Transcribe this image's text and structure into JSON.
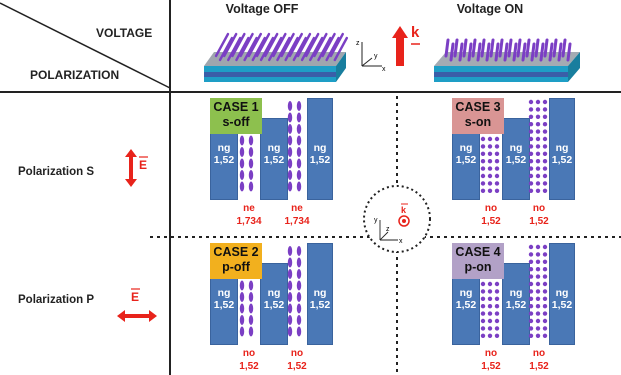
{
  "header": {
    "voltage_label": "VOLTAGE",
    "polarization_label": "POLARIZATION",
    "voltage_off_title": "Voltage OFF",
    "voltage_on_title": "Voltage ON",
    "k_label": "k"
  },
  "rows": {
    "s_label": "Polarization S",
    "p_label": "Polarization P",
    "e_label": "E"
  },
  "axes": {
    "x": "x",
    "y": "y",
    "z": "z"
  },
  "cases": [
    {
      "line1": "CASE 1",
      "line2": "s-off",
      "bg": "#8dc04e",
      "lc_type": "ellipse",
      "bar1": "ng",
      "bar1b": "1,52",
      "bar2": "ng",
      "bar2b": "1,52",
      "bar3": "ng",
      "bar3b": "1,52",
      "idx1a": "ne",
      "idx1b": "1,734",
      "idx2a": "ne",
      "idx2b": "1,734"
    },
    {
      "line1": "CASE 2",
      "line2": "p-off",
      "bg": "#f2b01e",
      "lc_type": "ellipse",
      "bar1": "ng",
      "bar1b": "1,52",
      "bar2": "ng",
      "bar2b": "1,52",
      "bar3": "ng",
      "bar3b": "1,52",
      "idx1a": "no",
      "idx1b": "1,52",
      "idx2a": "no",
      "idx2b": "1,52"
    },
    {
      "line1": "CASE 3",
      "line2": "s-on",
      "bg": "#d99594",
      "lc_type": "dot",
      "bar1": "ng",
      "bar1b": "1,52",
      "bar2": "ng",
      "bar2b": "1,52",
      "bar3": "ng",
      "bar3b": "1,52",
      "idx1a": "no",
      "idx1b": "1,52",
      "idx2a": "no",
      "idx2b": "1,52"
    },
    {
      "line1": "CASE 4",
      "line2": "p-on",
      "bg": "#b2a1c7",
      "lc_type": "dot",
      "bar1": "ng",
      "bar1b": "1,52",
      "bar2": "ng",
      "bar2b": "1,52",
      "bar3": "ng",
      "bar3b": "1,52",
      "idx1a": "no",
      "idx1b": "1,52",
      "idx2a": "no",
      "idx2b": "1,52"
    }
  ],
  "colors": {
    "bar": "#4a78b6",
    "lc": "#7b3fc4",
    "accent": "#e8231b",
    "case1": "#8dc04e",
    "case2": "#f2b01e",
    "case3": "#d99594",
    "case4": "#b2a1c7"
  }
}
